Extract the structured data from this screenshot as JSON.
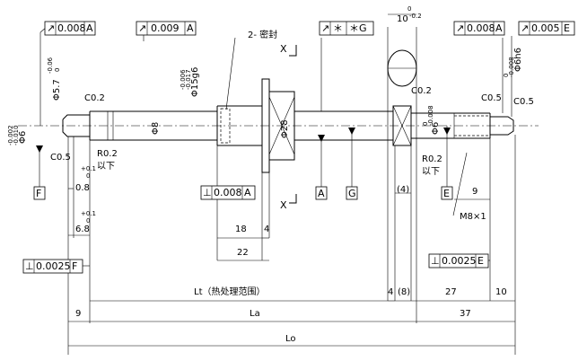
{
  "frames": {
    "top_left": {
      "symbol": "↗",
      "value": "0.008",
      "datum": "A"
    },
    "top_mid": {
      "symbol": "↗",
      "value": "0.009",
      "datum": "A"
    },
    "top_sym": {
      "symbol": "↗",
      "value": "＊",
      "datum": "＊G"
    },
    "top_right1": {
      "symbol": "↗",
      "value": "0.008",
      "datum": "A"
    },
    "top_right2": {
      "symbol": "↗",
      "value": "0.005",
      "datum": "E"
    },
    "mid_perp": {
      "symbol": "⊥",
      "value": "0.008",
      "datum": "A"
    },
    "right_perp": {
      "symbol": "⊥",
      "value": "0.0025",
      "datum": "E"
    },
    "left_perp": {
      "symbol": "⊥",
      "value": "0.0025",
      "datum": "F"
    }
  },
  "labels": {
    "seal": "2- 密封",
    "phi6": "Φ6",
    "phi6_tol_top": "-0.002",
    "phi6_tol_bot": "-0.010",
    "phi57": "Φ5.7",
    "phi57_tol_top": "0",
    "phi57_tol_bot": "-0.06",
    "phi15": "Φ15g6",
    "phi15_tol_top": "-0.006",
    "phi15_tol_bot": "-0.017",
    "phi8": "Φ8",
    "phi28": "Φ28",
    "phi6h6": "Φ6h6",
    "phi6h6_tol_top": "0",
    "phi6h6_tol_bot": "-0.008",
    "phi6b_tol_top": "0",
    "phi6b_tol_bot": "-0.008",
    "phi6b_name": "Φ6",
    "c02_left": "C0.2",
    "c05_left": "C0.5",
    "r02_left": "R0.2",
    "below_left": "以下",
    "c02_right": "C0.2",
    "c05_right1": "C0.5",
    "c05_right2": "C0.5",
    "r02_right": "R0.2",
    "below_right": "以下",
    "dim_08": "0.8",
    "dim_08_tol_top": "+0.1",
    "dim_08_tol_bot": "0",
    "dim_68": "6.8",
    "dim_68_tol_top": "+0.1",
    "dim_68_tol_bot": "0",
    "dim_18": "18",
    "dim_4a": "4",
    "dim_22": "22",
    "dim_9a": "9",
    "dim_10": "10",
    "dim_10_tol_top": "0",
    "dim_10_tol_bot": "-0.2",
    "dim_4p": "(4)",
    "m8": "M8×1",
    "lt": "Lt（热处理范围）",
    "dim_4b": "4",
    "dim_8p": "(8)",
    "dim_27": "27",
    "dim_10b": "10",
    "dim_9b": "9",
    "la": "La",
    "dim_37": "37",
    "lo": "Lo",
    "datum_f": "F",
    "datum_a": "A",
    "datum_g": "G",
    "datum_e": "E",
    "section_x1": "X",
    "section_x2": "X"
  }
}
